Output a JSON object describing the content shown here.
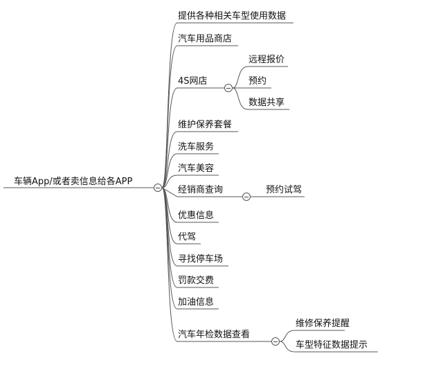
{
  "mindmap": {
    "root": "车辆App/或者卖信息给各APP",
    "branches": [
      {
        "label": "提供各种相关车型使用数据",
        "children": []
      },
      {
        "label": "汽车用品商店",
        "children": []
      },
      {
        "label": "4S网店",
        "children": [
          "远程报价",
          "预约",
          "数据共享"
        ]
      },
      {
        "label": "维护保养套餐",
        "children": []
      },
      {
        "label": "洗车服务",
        "children": []
      },
      {
        "label": "汽车美容",
        "children": []
      },
      {
        "label": "经销商查询",
        "children": [
          "预约试驾"
        ]
      },
      {
        "label": "优惠信息",
        "children": []
      },
      {
        "label": "代驾",
        "children": []
      },
      {
        "label": "寻找停车场",
        "children": []
      },
      {
        "label": "罚款交费",
        "children": []
      },
      {
        "label": "加油信息",
        "children": []
      },
      {
        "label": "汽车年检数据查看",
        "children": [
          "维修保养提醒",
          "车型特征数据提示"
        ]
      }
    ]
  }
}
